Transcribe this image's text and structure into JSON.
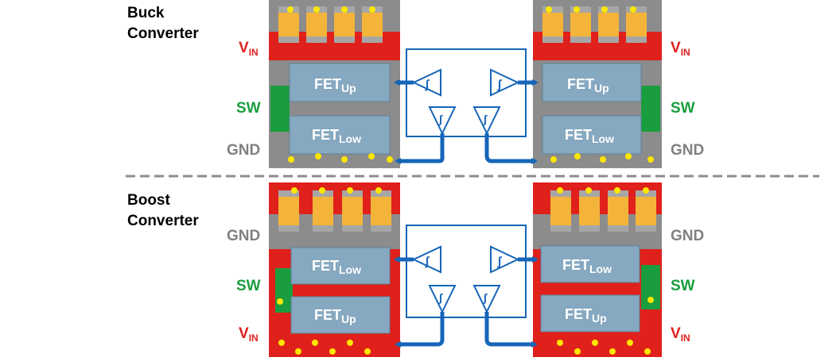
{
  "colors": {
    "vin": "#e0201b",
    "sw": "#1a9d3e",
    "gnd": "#808080",
    "board_gray": "#8c8c8c",
    "board_red": "#e0201b",
    "fet": "#86a8c0",
    "cap": "#f4b43a",
    "via": "#ffe600",
    "driver_blue": "#1565b8"
  },
  "buck": {
    "title_line1": "Buck",
    "title_line2": "Converter",
    "left_labels": {
      "vin": "V",
      "vin_sub": "IN",
      "sw": "SW",
      "gnd": "GND"
    },
    "right_labels": {
      "vin": "V",
      "vin_sub": "IN",
      "sw": "SW",
      "gnd": "GND"
    },
    "left_fets": {
      "top": "FET",
      "top_sub": "Up",
      "bottom": "FET",
      "bottom_sub": "Low"
    },
    "right_fets": {
      "top": "FET",
      "top_sub": "Up",
      "bottom": "FET",
      "bottom_sub": "Low"
    }
  },
  "boost": {
    "title_line1": "Boost",
    "title_line2": "Converter",
    "left_labels": {
      "gnd": "GND",
      "sw": "SW",
      "vin": "V",
      "vin_sub": "IN"
    },
    "right_labels": {
      "gnd": "GND",
      "sw": "SW",
      "vin": "V",
      "vin_sub": "IN"
    },
    "left_fets": {
      "top": "FET",
      "top_sub": "Low",
      "bottom": "FET",
      "bottom_sub": "Up"
    },
    "right_fets": {
      "top": "FET",
      "top_sub": "Low",
      "bottom": "FET",
      "bottom_sub": "Up"
    }
  },
  "driver_symbol": "∫"
}
